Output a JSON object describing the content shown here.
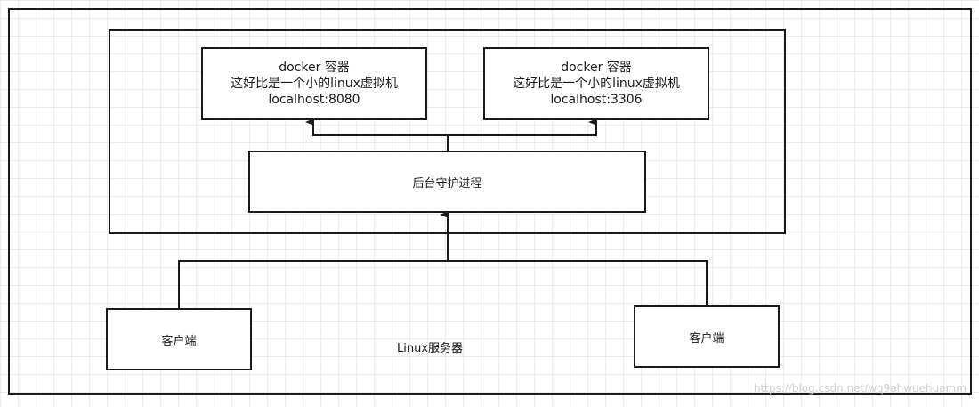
{
  "diagram": {
    "server_label": "Linux服务器",
    "containers": [
      {
        "line1": "docker 容器",
        "line2": "这好比是一个小的linux虚拟机",
        "line3": "localhost:8080"
      },
      {
        "line1": "docker 容器",
        "line2": "这好比是一个小的linux虚拟机",
        "line3": "localhost:3306"
      }
    ],
    "daemon_label": "后台守护进程",
    "clients": [
      {
        "label": "客户端"
      },
      {
        "label": "客户端"
      }
    ]
  },
  "watermark": "https://blog.csdn.net/wq9ahwuehuamm"
}
